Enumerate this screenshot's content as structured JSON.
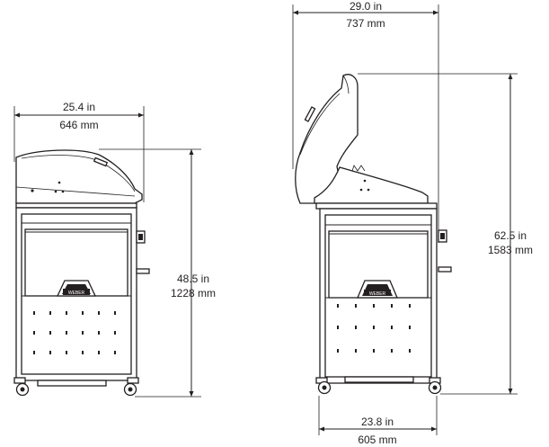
{
  "left_view": {
    "width_in": "25.4 in",
    "width_mm": "646 mm",
    "height_in": "48.5 in",
    "height_mm": "1228 mm"
  },
  "right_view": {
    "width_top_in": "29.0 in",
    "width_top_mm": "737 mm",
    "height_in": "62.5 in",
    "height_mm": "1583 mm",
    "width_bottom_in": "23.8 in",
    "width_bottom_mm": "605 mm"
  },
  "badge_text": "WEBER",
  "colors": {
    "line": "#231f20",
    "background": "#ffffff"
  }
}
